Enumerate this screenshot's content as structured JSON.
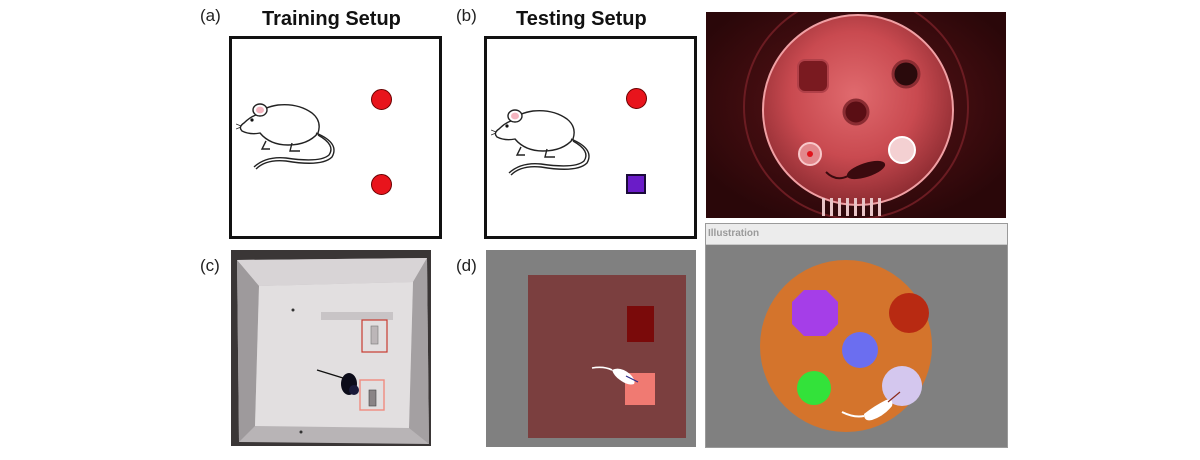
{
  "panels": {
    "a": {
      "letter": "(a)",
      "title": "Training Setup"
    },
    "b": {
      "letter": "(b)",
      "title": "Testing Setup"
    },
    "c": {
      "letter": "(c)"
    },
    "d": {
      "letter": "(d)"
    }
  },
  "window": {
    "title": "Illustration"
  },
  "colors": {
    "object_red": "#e8141c",
    "object_purple": "#6a1cc8",
    "arena_gray": "#808080",
    "arena_maroon": "#7b3f3f",
    "arena_orange": "#d4742c",
    "highlight_salmon": "#f07a72",
    "octagon_purple": "#a53ee8",
    "circle_darkred": "#b82a12",
    "circle_blue": "#6b6ef0",
    "circle_green": "#33e23a",
    "circle_lavender": "#d4c7ee"
  },
  "icons": [
    "mouse-drawing-icon",
    "mouse-silhouette-icon"
  ]
}
